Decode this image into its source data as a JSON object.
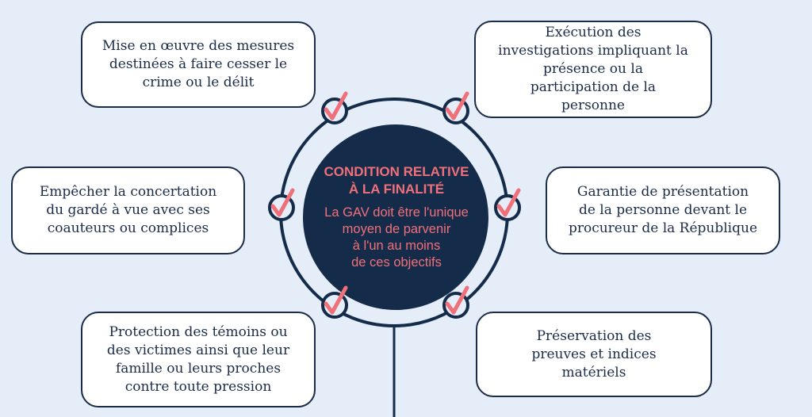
{
  "center": {
    "title_line1": "CONDITION RELATIVE",
    "title_line2": "À LA FINALITÉ",
    "subtitle": [
      "La GAV doit être l'unique",
      "moyen de parvenir",
      "à l'un au moins",
      "de ces objectifs"
    ]
  },
  "objectives": [
    "Mise en œuvre des mesures destinées à faire cesser le crime ou le délit",
    "Exécution des investigations impliquant la présence ou la participation de la personne",
    "Empêcher la concertation du gardé à vue avec ses coauteurs ou complices",
    "Garantie de présentation de la personne devant le procureur de la République",
    "Protection des témoins ou des victimes ainsi que leur famille ou leurs proches contre toute pression",
    "Préservation des preuves et indices matériels"
  ],
  "colors": {
    "navy": "#152b4a",
    "accent": "#f0707a",
    "background": "#e5eef8"
  }
}
